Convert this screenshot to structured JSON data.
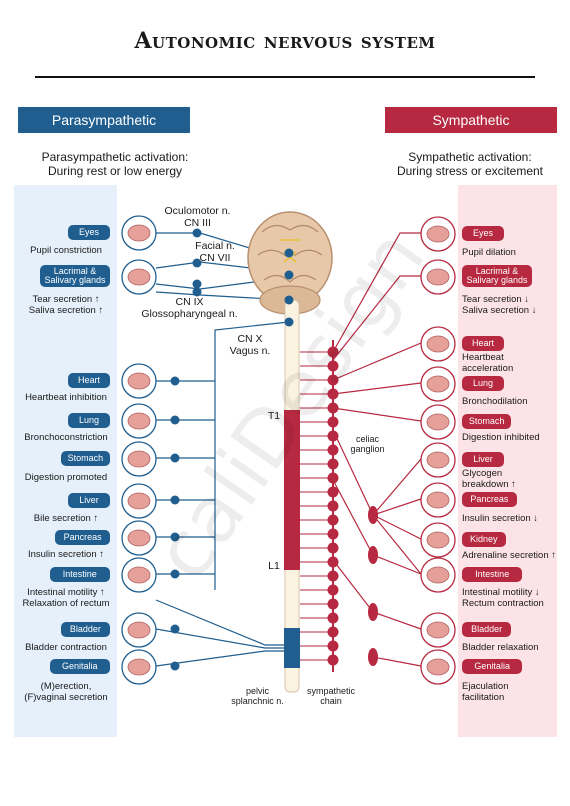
{
  "title": "Autonomic nervous system",
  "watermark": "caliDesign",
  "parasympathetic": {
    "header": "Parasympathetic",
    "activation_line1": "Parasympathetic activation:",
    "activation_line2": "During rest or low energy",
    "items": [
      {
        "badge": "Eyes",
        "effect": [
          "Pupil constriction"
        ]
      },
      {
        "badge": "Lacrimal & Salivary glands",
        "effect": [
          "Tear secretion ↑",
          "Saliva secretion ↑"
        ]
      },
      {
        "badge": "Heart",
        "effect": [
          "Heartbeat inhibition"
        ]
      },
      {
        "badge": "Lung",
        "effect": [
          "Bronchoconstriction"
        ]
      },
      {
        "badge": "Stomach",
        "effect": [
          "Digestion promoted"
        ]
      },
      {
        "badge": "Liver",
        "effect": [
          "Bile secretion ↑"
        ]
      },
      {
        "badge": "Pancreas",
        "effect": [
          "Insulin secretion ↑"
        ]
      },
      {
        "badge": "Intestine",
        "effect": [
          "Intestinal motility ↑",
          "Relaxation of rectum"
        ]
      },
      {
        "badge": "Bladder",
        "effect": [
          "Bladder contraction"
        ]
      },
      {
        "badge": "Genitalia",
        "effect": [
          "(M)erection,",
          "(F)vaginal secretion"
        ]
      }
    ]
  },
  "sympathetic": {
    "header": "Sympathetic",
    "activation_line1": "Sympathetic activation:",
    "activation_line2": "During stress or excitement",
    "items": [
      {
        "badge": "Eyes",
        "effect": [
          "Pupil dilation"
        ]
      },
      {
        "badge": "Lacrimal & Salivary glands",
        "effect": [
          "Tear secretion ↓",
          "Saliva secretion ↓"
        ]
      },
      {
        "badge": "Heart",
        "effect": [
          "Heartbeat",
          "acceleration"
        ]
      },
      {
        "badge": "Lung",
        "effect": [
          "Bronchodilation"
        ]
      },
      {
        "badge": "Stomach",
        "effect": [
          "Digestion inhibited"
        ]
      },
      {
        "badge": "Liver",
        "effect": [
          "Glycogen",
          "breakdown ↑"
        ]
      },
      {
        "badge": "Pancreas",
        "effect": [
          "Insulin secretion ↓"
        ]
      },
      {
        "badge": "Kidney",
        "effect": [
          "Adrenaline secretion ↑"
        ]
      },
      {
        "badge": "Intestine",
        "effect": [
          "Intestinal motility ↓",
          "Rectum contraction"
        ]
      },
      {
        "badge": "Bladder",
        "effect": [
          "Bladder relaxation"
        ]
      },
      {
        "badge": "Genitalia",
        "effect": [
          "Ejaculation",
          "facilitation"
        ]
      }
    ]
  },
  "nerves": {
    "oculomotor": [
      "Oculomotor n.",
      "CN III"
    ],
    "facial": [
      "Facial n.",
      "CN VII"
    ],
    "glosso": [
      "CN IX",
      "Glossopharyngeal n."
    ],
    "vagus": [
      "CN X",
      "Vagus n."
    ],
    "t1": "T1",
    "l1": "L1",
    "celiac": [
      "celiac",
      "ganglion"
    ],
    "pelvic": [
      "pelvic",
      "splanchnic n."
    ],
    "chain": [
      "sympathetic",
      "chain"
    ]
  },
  "colors": {
    "para": "#1f5e8f",
    "sym": "#b62940",
    "para_panel": "#e5f0fb",
    "sym_panel": "#fbe3e8"
  }
}
